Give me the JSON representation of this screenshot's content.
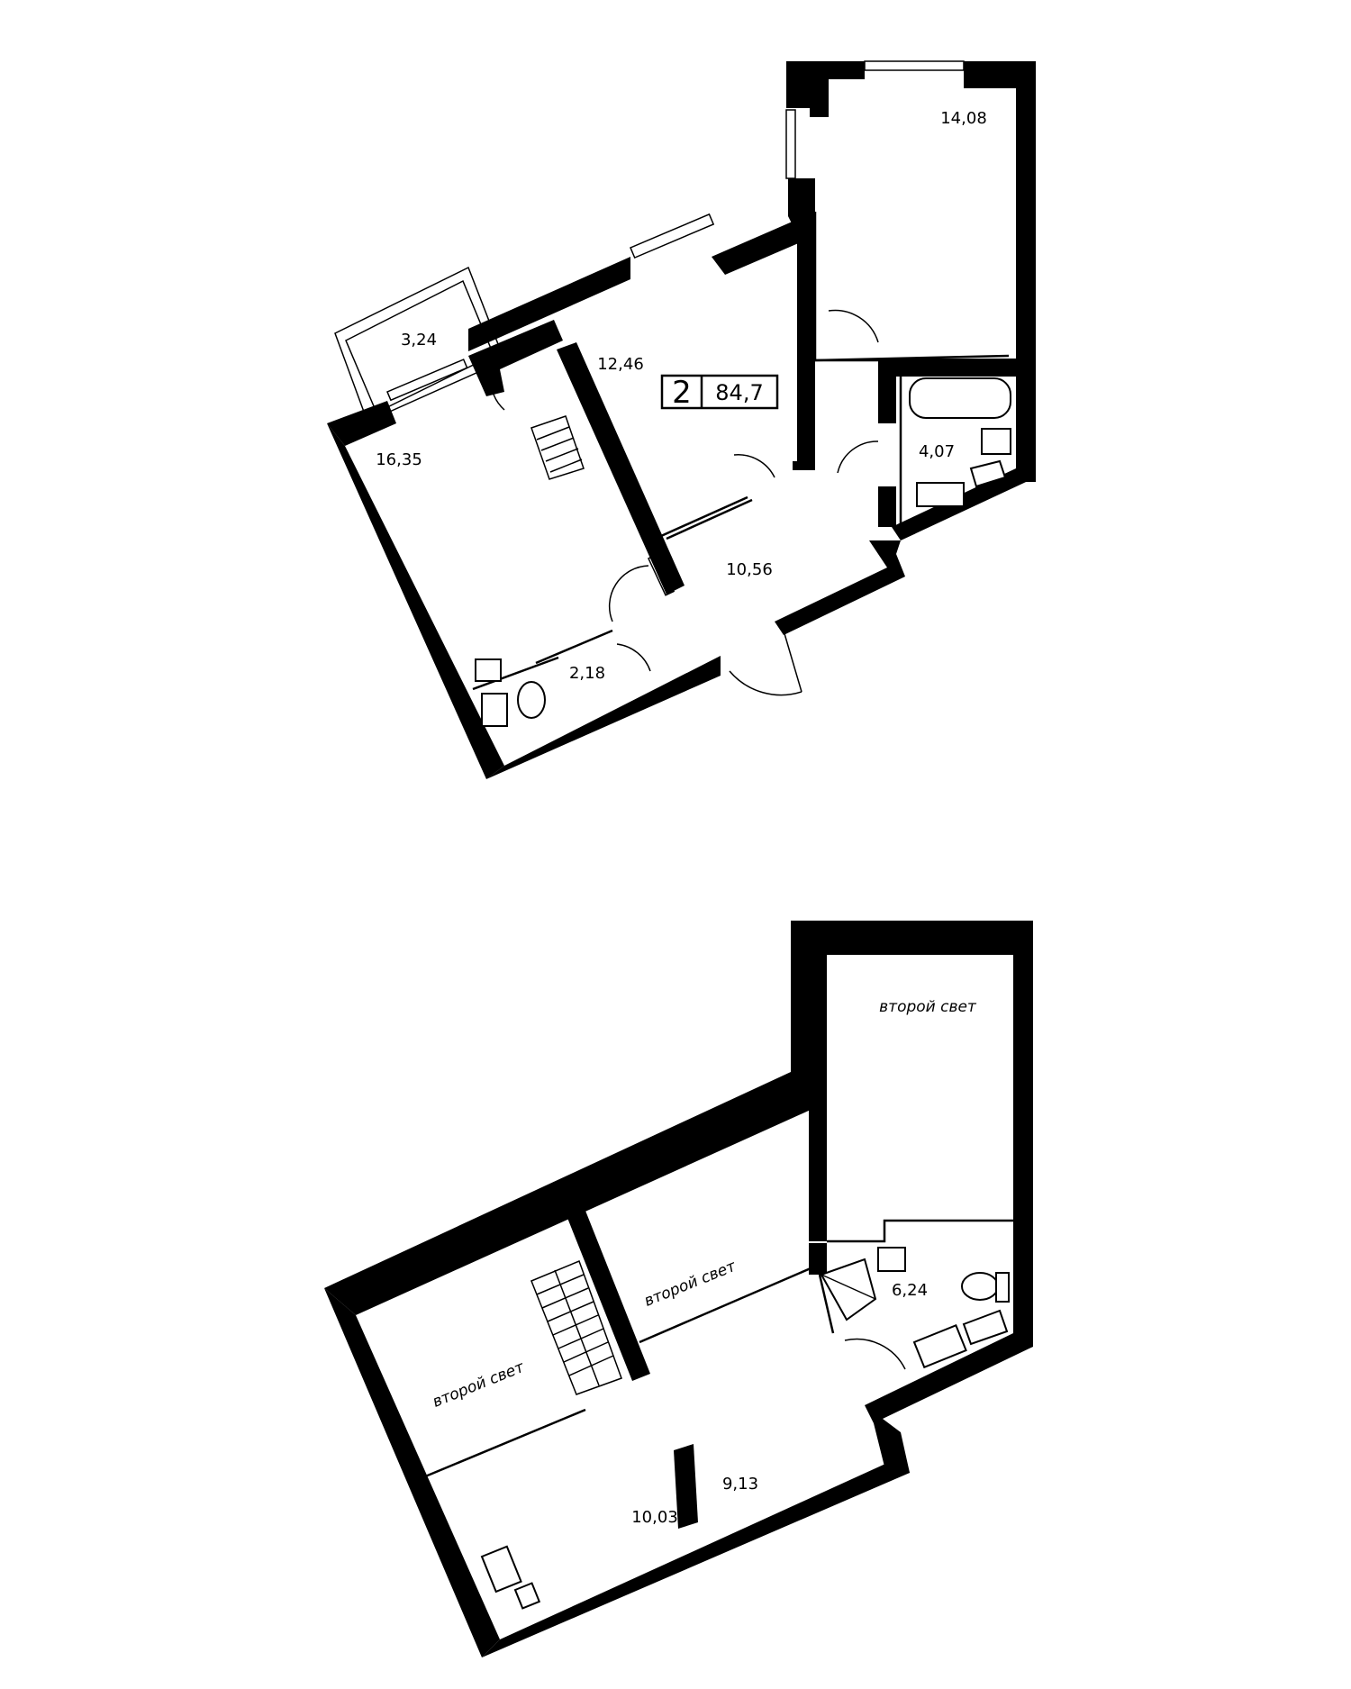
{
  "apartment": {
    "rooms": "2",
    "total_area": "84,7"
  },
  "floor1": {
    "areas": [
      "14,08",
      "3,24",
      "12,46",
      "16,35",
      "4,07",
      "10,56",
      "2,18"
    ]
  },
  "floor2": {
    "second_light_label": "второй свет",
    "areas": [
      "6,24",
      "9,13",
      "10,03"
    ]
  }
}
